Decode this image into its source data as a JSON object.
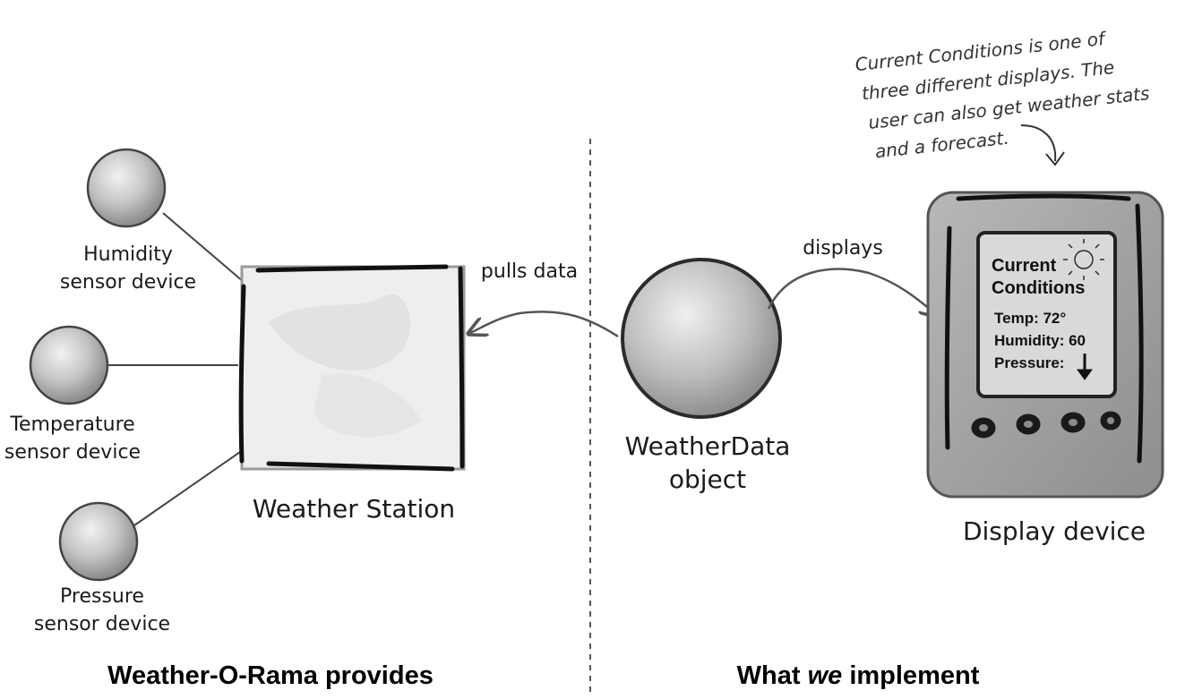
{
  "sensors": [
    {
      "line1": "Humidity",
      "line2": "sensor device"
    },
    {
      "line1": "Temperature",
      "line2": "sensor device"
    },
    {
      "line1": "Pressure",
      "line2": "sensor device"
    }
  ],
  "weather_station": {
    "label": "Weather Station"
  },
  "pulls_data_label": "pulls data",
  "weather_data": {
    "line1": "WeatherData",
    "line2": "object"
  },
  "displays_label": "displays",
  "display_device": {
    "label": "Display device",
    "screen_title_1": "Current",
    "screen_title_2": "Conditions",
    "temp": "Temp: 72°",
    "humidity": "Humidity: 60",
    "pressure": "Pressure:"
  },
  "annotation": {
    "line1": "Current Conditions is  one of",
    "line2": "three different displays. The",
    "line3": "user can also get weather stats",
    "line4": "and a forecast."
  },
  "footer": {
    "left": "Weather-O-Rama provides",
    "right_prefix": "What ",
    "right_emphasis": "we",
    "right_suffix": " implement"
  }
}
